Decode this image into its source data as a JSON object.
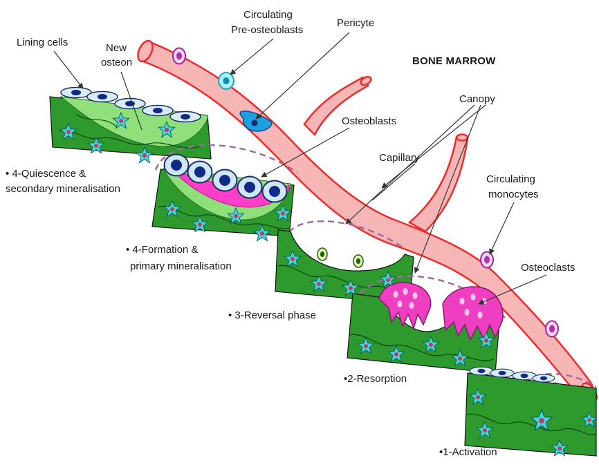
{
  "title": "BONE MARROW",
  "labels": {
    "lining_cells": "Lining cells",
    "new_osteon_1": "New",
    "new_osteon_2": "osteon",
    "circulating_pre_osteoblasts_1": "Circulating",
    "circulating_pre_osteoblasts_2": "Pre-osteoblasts",
    "pericyte": "Pericyte",
    "osteoblasts": "Osteoblasts",
    "canopy": "Canopy",
    "capillary": "Capillary",
    "circulating_monocytes_1": "Circulating",
    "circulating_monocytes_2": "monocytes",
    "osteoclasts": "Osteoclasts"
  },
  "phases": {
    "quiescence_1": "• 4-Quiescence &",
    "quiescence_2": "secondary mineralisation",
    "formation_1": "• 4-Formation &",
    "formation_2": "primary mineralisation",
    "reversal": "• 3-Reversal phase",
    "resorption": "•2-Resorption",
    "activation": "•1-Activation"
  },
  "colors": {
    "bone": "#2e9a2e",
    "bone_dark": "#1f7a1f",
    "vessel_fill": "#f7b6b6",
    "vessel_stroke": "#ee2a2a",
    "osteoid": "#ff3fc7",
    "new_bone": "#8fe07a",
    "osteocyte": "#46d3dc",
    "osteoclast": "#ee3fc0",
    "canopy": "#a26a9e",
    "lining_cell": "#d7ecf7",
    "nucleus": "#102a86"
  },
  "icons": {
    "monocyte": "purple-ring-cell",
    "pre_osteoblast": "cyan-ring-cell",
    "pericyte": "blue-pericyte",
    "osteocyte": "cyan-star"
  }
}
